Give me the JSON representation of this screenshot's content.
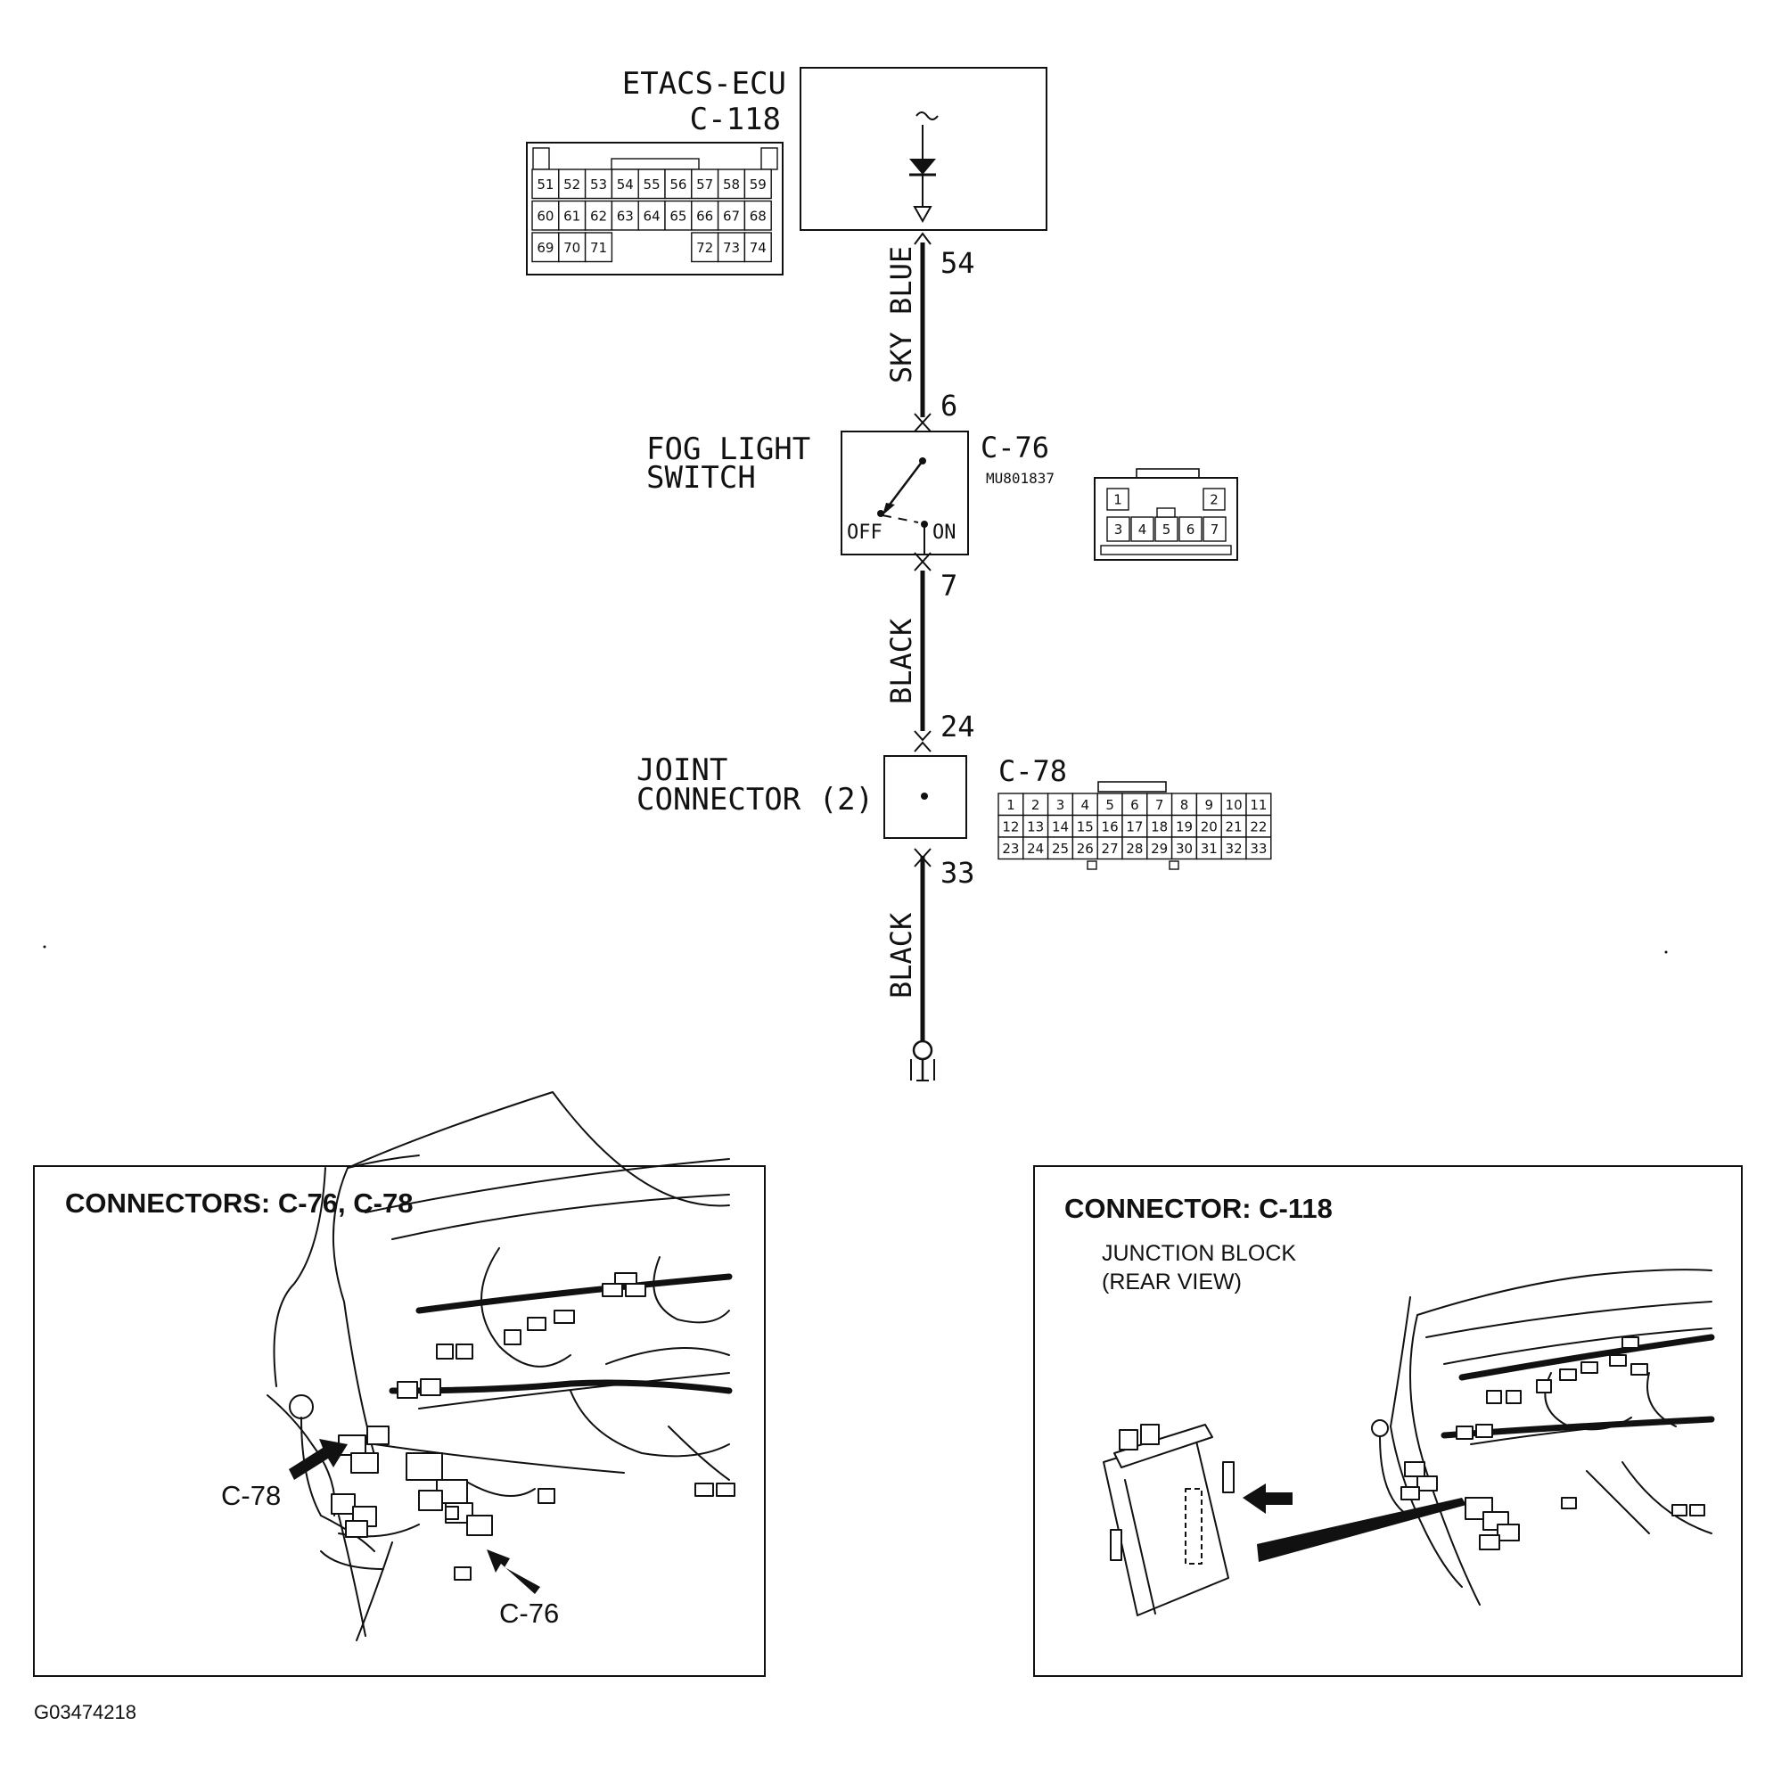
{
  "ecu": {
    "name": "ETACS-ECU",
    "connector": "C-118",
    "pins": [
      [
        "51",
        "52",
        "53",
        "54",
        "55",
        "56",
        "57",
        "58",
        "59"
      ],
      [
        "60",
        "61",
        "62",
        "63",
        "64",
        "65",
        "66",
        "67",
        "68"
      ],
      [
        "69",
        "70",
        "71",
        "",
        "",
        "",
        "72",
        "73",
        "74"
      ]
    ]
  },
  "wires": [
    {
      "color": "SKY BLUE",
      "from_pin": "54",
      "to_pin": "6"
    },
    {
      "color": "BLACK",
      "from_pin": "7",
      "to_pin": "24"
    },
    {
      "color": "BLACK",
      "from_pin": "33",
      "to_pin": "ground"
    }
  ],
  "fog_switch": {
    "name_line1": "FOG LIGHT",
    "name_line2": "SWITCH",
    "connector": "C-76",
    "part_number": "MU801837",
    "off_label": "OFF",
    "on_label": "ON",
    "pins_top": [
      "1",
      "2"
    ],
    "pins_bottom": [
      "3",
      "4",
      "5",
      "6",
      "7"
    ]
  },
  "joint": {
    "name_line1": "JOINT",
    "name_line2": "CONNECTOR (2)",
    "connector": "C-78",
    "pins": [
      [
        "1",
        "2",
        "3",
        "4",
        "5",
        "6",
        "7",
        "8",
        "9",
        "10",
        "11"
      ],
      [
        "12",
        "13",
        "14",
        "15",
        "16",
        "17",
        "18",
        "19",
        "20",
        "21",
        "22"
      ],
      [
        "23",
        "24",
        "25",
        "26",
        "27",
        "28",
        "29",
        "30",
        "31",
        "32",
        "33"
      ]
    ]
  },
  "panels": {
    "left": {
      "title": "CONNECTORS: C-76, C-78",
      "callout_c78": "C-78",
      "callout_c76": "C-76"
    },
    "right": {
      "title": "CONNECTOR: C-118",
      "subtitle_line1": "JUNCTION BLOCK",
      "subtitle_line2": "(REAR VIEW)"
    }
  },
  "figure_id": "G03474218"
}
